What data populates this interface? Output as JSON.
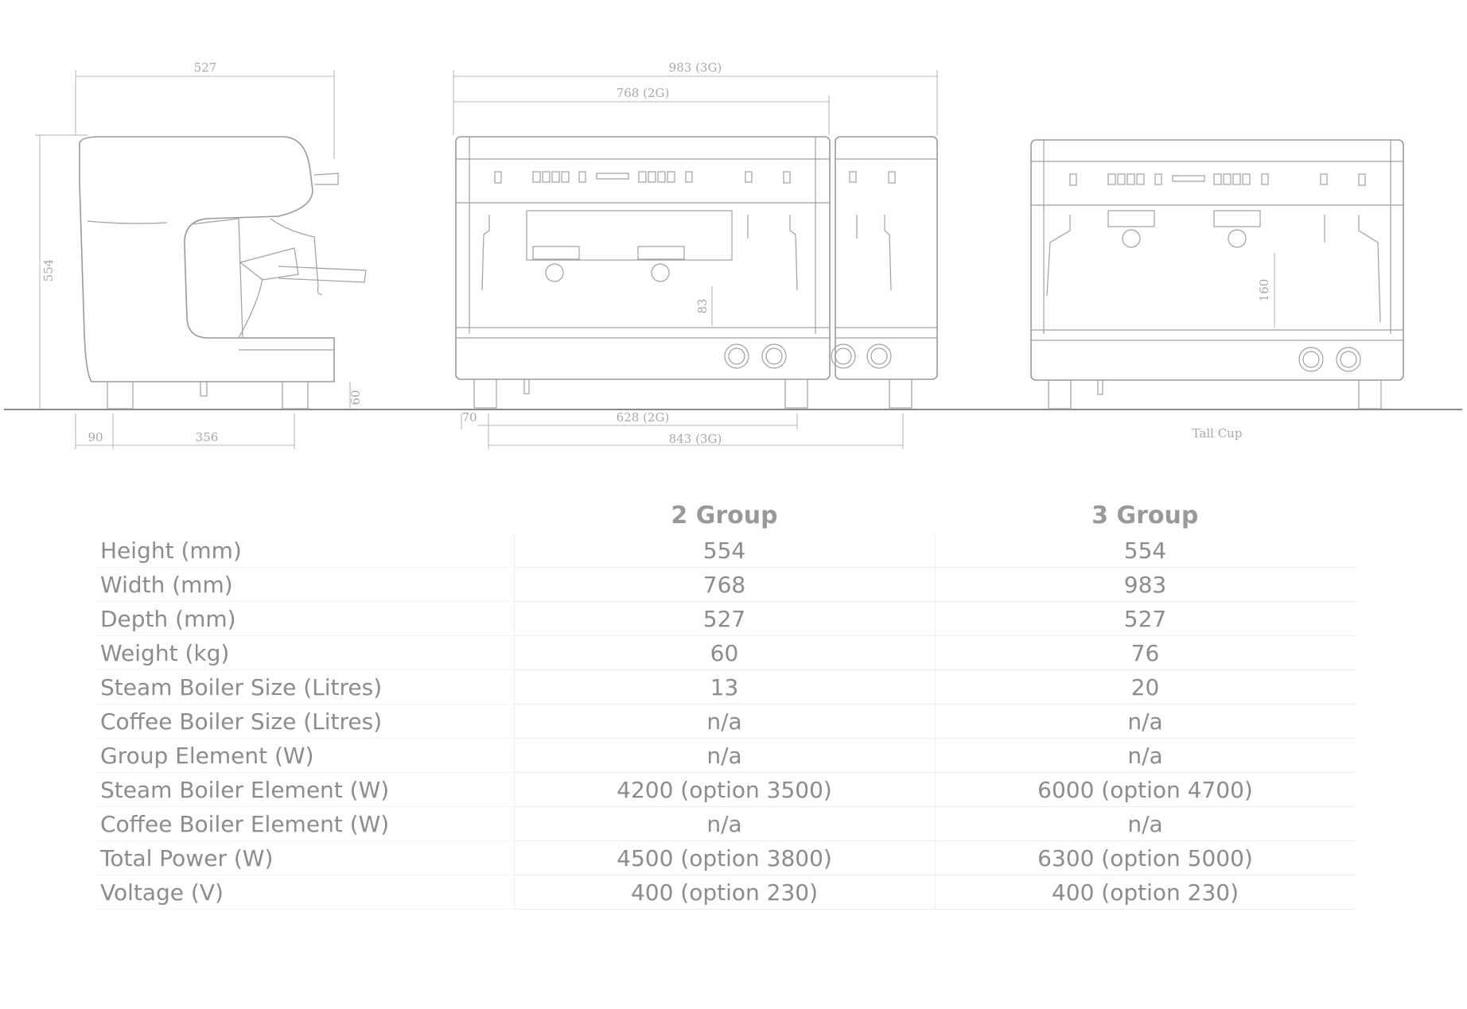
{
  "dimensions": {
    "side_depth": "527",
    "side_height": "554",
    "side_foot_offset": "90",
    "side_foot_span": "356",
    "leg_height": "60",
    "width_3g": "983 (3G)",
    "width_2g": "768 (2G)",
    "cup_clearance_2g": "83",
    "front_offset": "70",
    "foot_span_2g": "628 (2G)",
    "foot_span_3g": "843 (3G)",
    "tall_cup_clearance": "160",
    "tall_cup_label": "Tall Cup"
  },
  "specs": {
    "columns": [
      "2 Group",
      "3 Group"
    ],
    "rows": [
      {
        "label": "Height (mm)",
        "g2": "554",
        "g3": "554"
      },
      {
        "label": "Width (mm)",
        "g2": "768",
        "g3": "983"
      },
      {
        "label": "Depth (mm)",
        "g2": "527",
        "g3": "527"
      },
      {
        "label": "Weight (kg)",
        "g2": "60",
        "g3": "76"
      },
      {
        "label": "Steam Boiler Size (Litres)",
        "g2": "13",
        "g3": "20"
      },
      {
        "label": "Coffee Boiler Size (Litres)",
        "g2": "n/a",
        "g3": "n/a"
      },
      {
        "label": "Group Element (W)",
        "g2": "n/a",
        "g3": "n/a"
      },
      {
        "label": "Steam Boiler Element (W)",
        "g2": "4200 (option 3500)",
        "g3": "6000 (option 4700)"
      },
      {
        "label": "Coffee Boiler Element (W)",
        "g2": "n/a",
        "g3": "n/a"
      },
      {
        "label": "Total Power (W)",
        "g2": "4500 (option 3800)",
        "g3": "6300 (option  5000)"
      },
      {
        "label": "Voltage (V)",
        "g2": "400 (option 230)",
        "g3": "400 (option 230)"
      }
    ]
  }
}
